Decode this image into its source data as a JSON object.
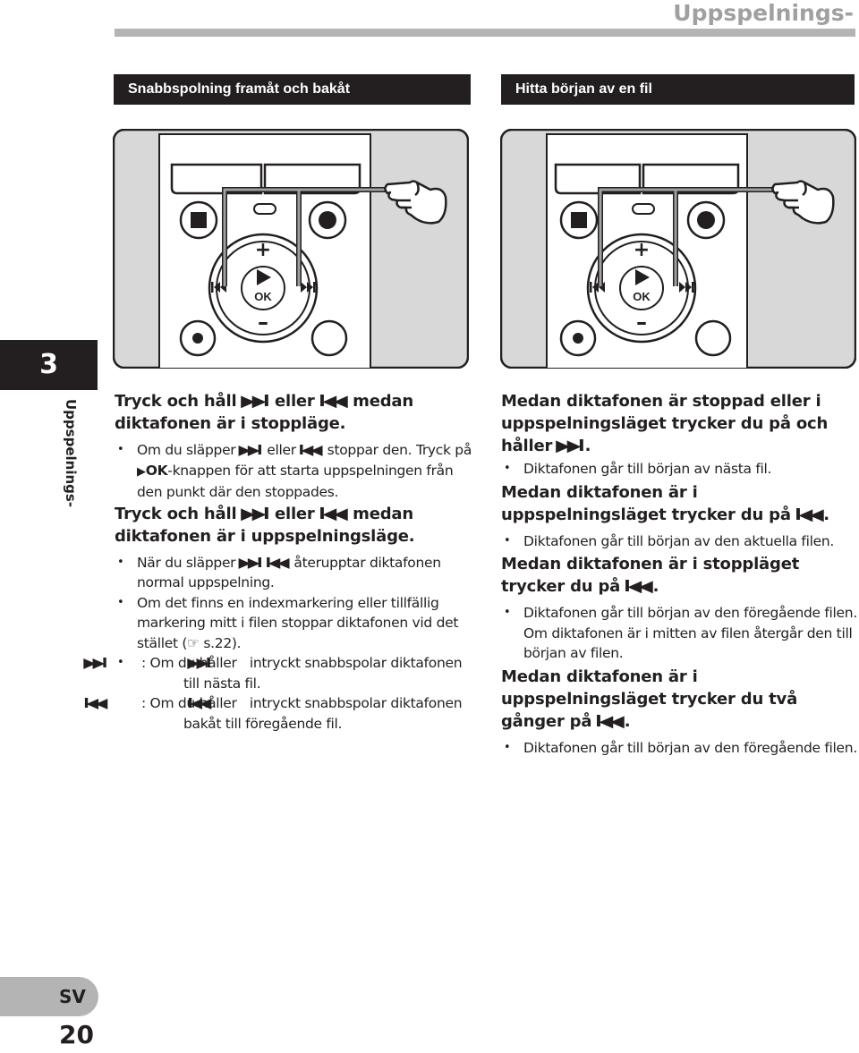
{
  "header": {
    "title": "Uppspelnings-"
  },
  "sections": {
    "left_title": "Snabbspolning framåt och bakåt",
    "right_title": "Hitta början av en fil"
  },
  "chapter": {
    "number": "3",
    "label": "Uppspelnings-"
  },
  "device": {
    "plus": "+",
    "minus": "–",
    "ok": "OK",
    "icons": [
      "stop-button-icon",
      "record-button-icon",
      "play-icon",
      "forward-icon",
      "rewind-icon",
      "pointing-hand-icon"
    ]
  },
  "symbols": {
    "ff": "▶▶I",
    "rew": "I◀◀",
    "play": "▶"
  },
  "left": {
    "h1_a": "Tryck och håll ",
    "h1_b": " eller ",
    "h1_c": " medan diktafonen är i stoppläge.",
    "b1_a": "Om du släpper ",
    "b1_b": " eller ",
    "b1_c": " stoppar den. Tryck på ",
    "b1_ok": "OK",
    "b1_d": "-knappen för att starta uppspelningen från den punkt där den stoppades.",
    "h2_a": "Tryck och håll ",
    "h2_b": " eller ",
    "h2_c": " medan diktafonen är i uppspelningsläge.",
    "b2_a": "När du släpper ",
    "b2_b": " ",
    "b2_c": " återupptar diktafonen normal uppspelning.",
    "b3_a": "Om det finns en indexmarkering eller tillfällig markering mitt i filen stoppar diktafonen vid det stället (",
    "b3_ref": "☞",
    "b3_b": " s.22).",
    "b4_a": ": Om du håller ",
    "b4_b": " intryckt snabbspolar diktafonen till nästa fil.",
    "b5_a": ": Om du håller ",
    "b5_b": " intryckt snabbspolar diktafonen bakåt till föregående fil."
  },
  "right": {
    "h1": "Medan diktafonen är stoppad eller i uppspelningsläget trycker du på och håller ",
    "h1_end": ".",
    "b1": "Diktafonen går till början av nästa fil.",
    "h2": "Medan diktafonen är i uppspelningsläget trycker du på ",
    "h2_end": ".",
    "b2": "Diktafonen går till början av den aktuella filen.",
    "h3": "Medan diktafonen är i stoppläget trycker du på ",
    "h3_end": ".",
    "b3": "Diktafonen går till början av den föregående filen. Om diktafonen är i mitten av filen återgår den till början av filen.",
    "h4": "Medan diktafonen är i uppspelningsläget trycker du två gånger på ",
    "h4_end": ".",
    "b4": "Diktafonen går till början av den föregående filen."
  },
  "footer": {
    "lang": "SV",
    "page": "20"
  }
}
